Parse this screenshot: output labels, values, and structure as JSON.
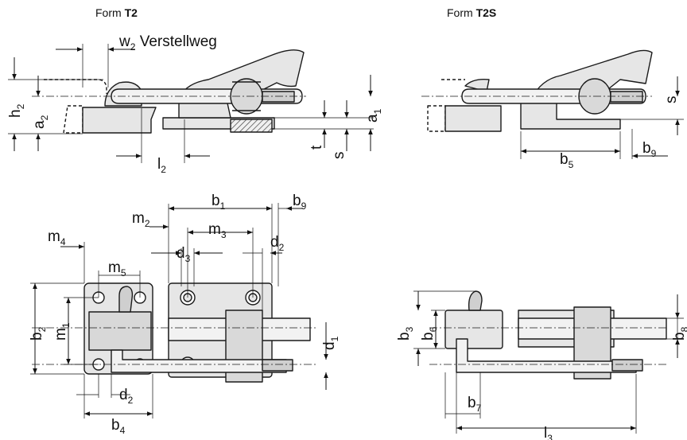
{
  "titles": {
    "t2_prefix": "Form ",
    "t2_bold": "T2",
    "t2s_prefix": "Form ",
    "t2s_bold": "T2S"
  },
  "note": {
    "w2_main": "w",
    "w2_sub": "2",
    "w2_text": " Verstellweg"
  },
  "dims": {
    "h2": [
      "h",
      "2"
    ],
    "a2": [
      "a",
      "2"
    ],
    "a1": [
      "a",
      "1"
    ],
    "t": [
      "t",
      ""
    ],
    "s": [
      "s",
      ""
    ],
    "l2": [
      "l",
      "2"
    ],
    "s_t2s": [
      "s",
      ""
    ],
    "b5": [
      "b",
      "5"
    ],
    "b9_top": [
      "b",
      "9"
    ],
    "b1": [
      "b",
      "1"
    ],
    "b9": [
      "b",
      "9"
    ],
    "m2": [
      "m",
      "2"
    ],
    "m3": [
      "m",
      "3"
    ],
    "m4": [
      "m",
      "4"
    ],
    "m5": [
      "m",
      "5"
    ],
    "d3": [
      "d",
      "3"
    ],
    "d2_top": [
      "d",
      "2"
    ],
    "d1": [
      "d",
      "1"
    ],
    "b2": [
      "b",
      "2"
    ],
    "m1": [
      "m",
      "1"
    ],
    "d2_bottom": [
      "d",
      "2"
    ],
    "b4": [
      "b",
      "4"
    ],
    "b3": [
      "b",
      "3"
    ],
    "b6": [
      "b",
      "6"
    ],
    "b8": [
      "b",
      "8"
    ],
    "b7": [
      "b",
      "7"
    ],
    "l3": [
      "l",
      "3"
    ]
  },
  "colors": {
    "line": "#1a1a1a",
    "fill": "#e6e6e6",
    "fill_dark": "#c8c8c8",
    "hatch": "#555555"
  }
}
